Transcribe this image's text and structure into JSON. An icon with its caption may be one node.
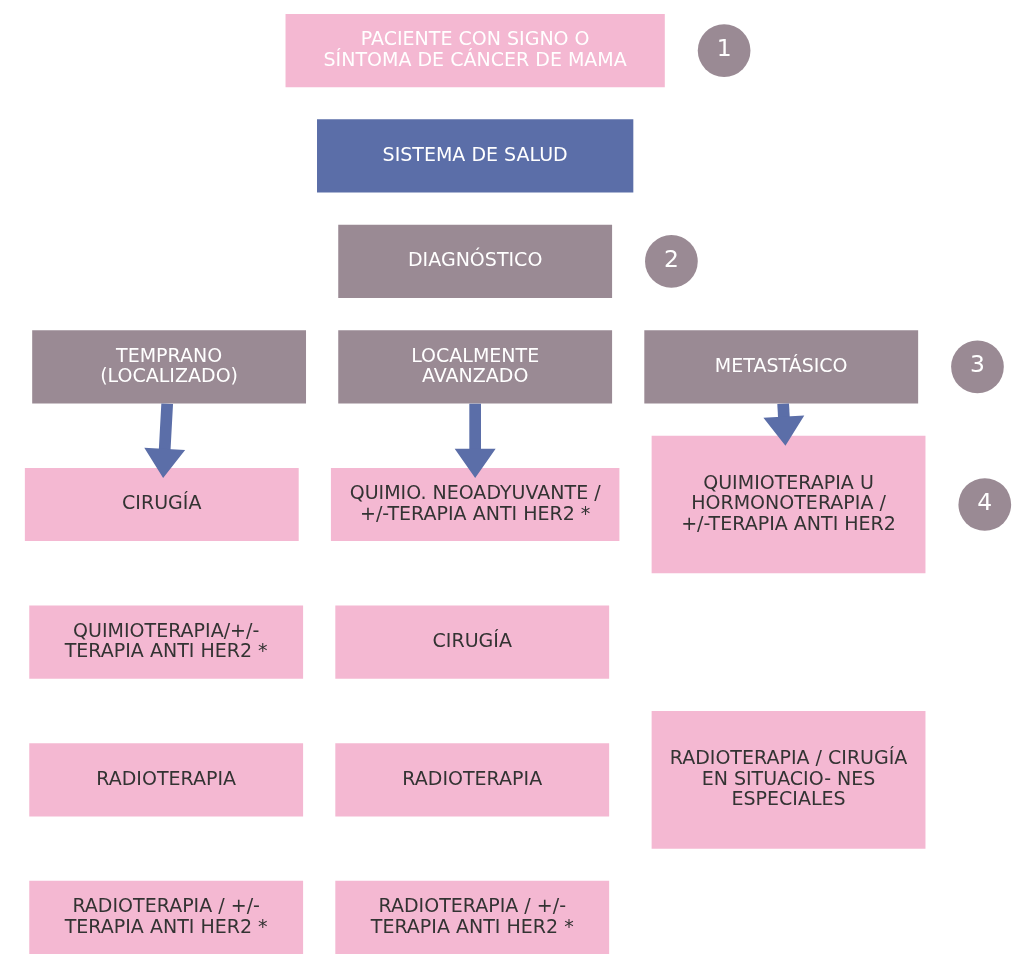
{
  "diagram": {
    "nodes": [
      {
        "text": [
          "PACIENTE CON SIGNO O SÍNTOMA DE CÁNCER DE MAMA"
        ]
      },
      {
        "text": [
          "SISTEMA DE SALUD"
        ]
      },
      {
        "text": [
          "DIAGNÓSTICO"
        ]
      },
      {
        "text": [
          "TEMPRANO (LOCALIZADO)"
        ]
      },
      {
        "text": [
          "LOCALMENTE AVANZADO"
        ]
      },
      {
        "text": [
          "METASTÁSICO"
        ]
      },
      {
        "text": [
          "CIRUGÍA"
        ]
      },
      {
        "text": [
          "QUIMIOTERAPIA/+/- TERAPIA ANTI HER2 *"
        ]
      },
      {
        "text": [
          "RADIOTERAPIA"
        ]
      },
      {
        "text": [
          "RADIOTERAPIA / +/- TERAPIA ANTI HER2 *"
        ]
      },
      {
        "text": [
          "QUIMIO. NEOADYUVANTE / +/-TERAPIA ANTI HER2 *"
        ]
      },
      {
        "text": [
          "CIRUGÍA"
        ]
      },
      {
        "text": [
          "RADIOTERAPIA"
        ]
      },
      {
        "text": [
          "RADIOTERAPIA / +/- TERAPIA ANTI HER2 *"
        ]
      },
      {
        "text": [
          "QUIMIOTERAPIA U HORMONOTERAPIA / +/-TERAPIA ANTI HER2"
        ]
      },
      {
        "text": [
          "RADIOTERAPIA / CIRUGÍA EN SITUACIO- NES ESPECIALES"
        ]
      },
      {
        "text": [
          "1"
        ]
      },
      {
        "text": [
          "2"
        ]
      },
      {
        "text": [
          "3"
        ]
      },
      {
        "text": [
          "4"
        ]
      }
    ],
    "edges": [
      {
        "from": 3,
        "to": 6,
        "arrow": "to"
      },
      {
        "from": 4,
        "to": 10,
        "arrow": "to"
      },
      {
        "from": 5,
        "to": 14,
        "arrow": "to"
      }
    ]
  }
}
